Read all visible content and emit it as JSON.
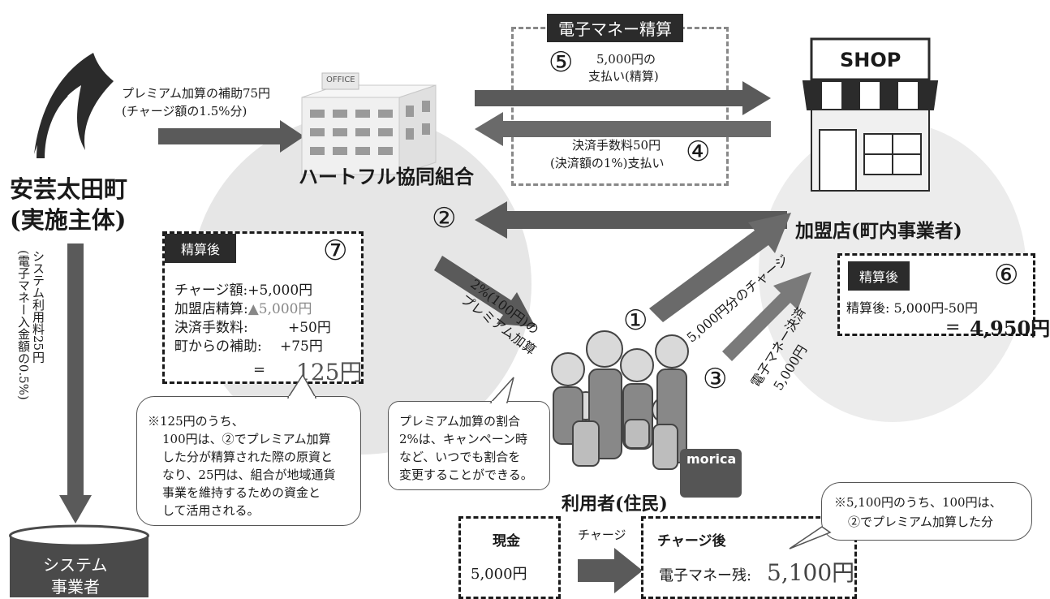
{
  "town": {
    "name": "安芸太田町",
    "role": "(実施主体)"
  },
  "union": {
    "name": "ハートフル協同組合",
    "building_label": "OFFICE"
  },
  "shop": {
    "sign": "SHOP",
    "name": "加盟店(町内事業者)"
  },
  "users": {
    "name": "利用者(住民)",
    "card_label": "morica"
  },
  "system": {
    "name_line1": "システム",
    "name_line2": "事業者",
    "fee_lines": [
      "システム利用料25円",
      "(電子マネー入金額の0.5%)"
    ]
  },
  "flows": {
    "subsidy_line1": "プレミアム加算の補助75円",
    "subsidy_line2": "(チャージ額の1.5%分)",
    "settlement_title": "電子マネー精算",
    "n5": "⑤",
    "pay_line1": "5,000円の",
    "pay_line2": "支払い(精算)",
    "n4": "④",
    "fee_line1": "決済手数料50円",
    "fee_line2": "(決済額の1%)支払い",
    "n2": "②",
    "premium_line1": "2%(100円)の",
    "premium_line2": "プレミアム加算",
    "n1": "①",
    "charge_5000": "5,000円分のチャージ",
    "n3": "③",
    "emoney_pay_line1": "電子マネー決済",
    "emoney_pay_line2": "5,000円"
  },
  "box7": {
    "title": "精算後",
    "num": "⑦",
    "rows": [
      {
        "label": "チャージ額:",
        "value": "+5,000円"
      },
      {
        "label": "加盟店精算:",
        "value": "▲5,000円"
      },
      {
        "label": "決済手数料:",
        "value": "+50円"
      },
      {
        "label": "町からの補助:",
        "value": "+75円"
      }
    ],
    "eq": "=",
    "total": "125円"
  },
  "box6": {
    "title": "精算後",
    "num": "⑥",
    "line1": "精算後: 5,000円-50円",
    "eq": "=",
    "total": "4,950円"
  },
  "note125": {
    "line1": "※125円のうち、",
    "line2": "100円は、②でプレミアム加算",
    "line3": "した分が精算された際の原資と",
    "line4": "なり、25円は、組合が地域通貨",
    "line5": "事業を維持するための資金と",
    "line6": "して活用される。"
  },
  "note_premium": {
    "line1": "プレミアム加算の割合",
    "line2": "2%は、キャンペーン時",
    "line3": "など、いつでも割合を",
    "line4": "変更することができる。"
  },
  "cash": {
    "title": "現金",
    "value": "5,000円"
  },
  "charge_label": "チャージ",
  "after_charge": {
    "title": "チャージ後",
    "label": "電子マネー残:",
    "value": "5,100円"
  },
  "note5100": {
    "line1": "※5,100円のうち、100円は、",
    "line2": "②でプレミアム加算した分"
  },
  "colors": {
    "arrow": "#5a5a5a",
    "dark": "#2b2b2b",
    "bg_circle": "#e6e6e6"
  }
}
